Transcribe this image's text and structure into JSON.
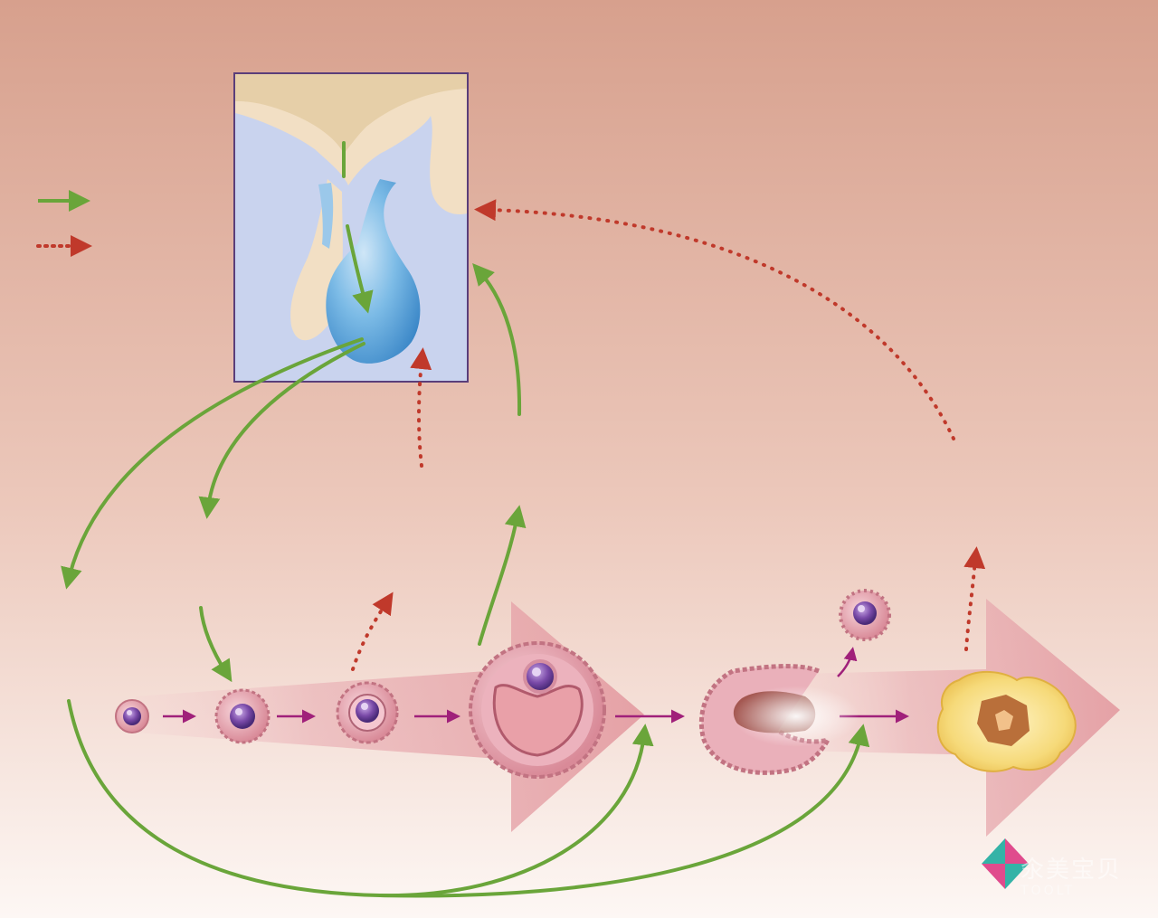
{
  "diagram": {
    "legend": {
      "stimulatory_arrow_color": "#6aa53a",
      "inhibitory_arrow_color": "#c0392b"
    },
    "colors": {
      "background_top": "#d7a08d",
      "background_bottom": "#fdf7f4",
      "pituitary_box_fill": "#c9d3ee",
      "pituitary_box_border": "#5a3e7a",
      "hypothalamus_tissue": "#f2dfc4",
      "anterior_pituitary": "#5fa9dc",
      "progression_arrow": "#e8a9ad",
      "follicle_stage_arrow": "#a0207a",
      "corpus_luteum": "#f3d36c"
    },
    "stages": [
      "primordial-follicle",
      "primary-follicle",
      "secondary-follicle",
      "mature-follicle",
      "ovulation",
      "released-oocyte",
      "corpus-luteum"
    ]
  },
  "watermark": {
    "text": "氽美宝贝",
    "subtext": "TOOLT"
  }
}
